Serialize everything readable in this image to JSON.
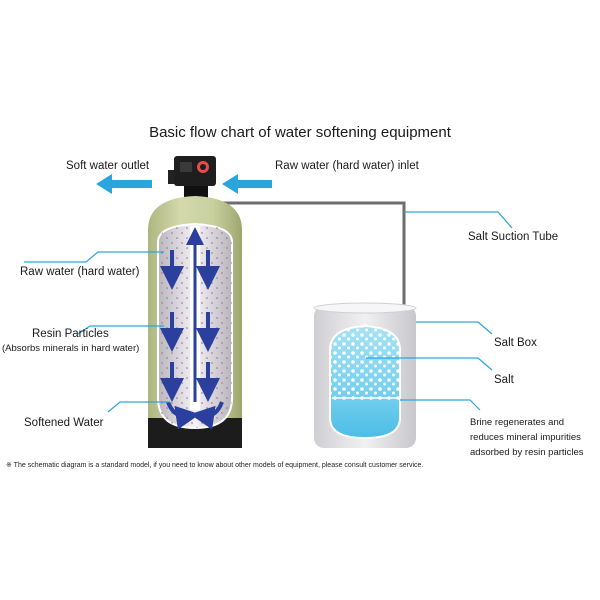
{
  "title": "Basic flow chart of water softening equipment",
  "labels": {
    "soft_water_outlet": "Soft water outlet",
    "raw_water_inlet": "Raw water (hard water) inlet",
    "salt_suction_tube": "Salt Suction Tube",
    "raw_water_hard": "Raw water (hard water)",
    "resin_particles": "Resin Particles",
    "resin_particles_note": "(Absorbs minerals in hard water)",
    "salt_box": "Salt Box",
    "salt": "Salt",
    "softened_water": "Softened Water",
    "brine_line1": "Brine regenerates and",
    "brine_line2": "reduces mineral impurities",
    "brine_line3": "adsorbed by resin particles"
  },
  "footnote": "※ The schematic diagram is a standard model, if you need to know about other models of equipment, please consult customer service.",
  "colors": {
    "accent_blue": "#2aa6dd",
    "tank_body": "#c6cd9c",
    "tank_base": "#1c1c1c",
    "flow_arrow": "#2b3f9e",
    "brine_box": "#e2e2e6",
    "water_blue": "#5fc8ea"
  }
}
